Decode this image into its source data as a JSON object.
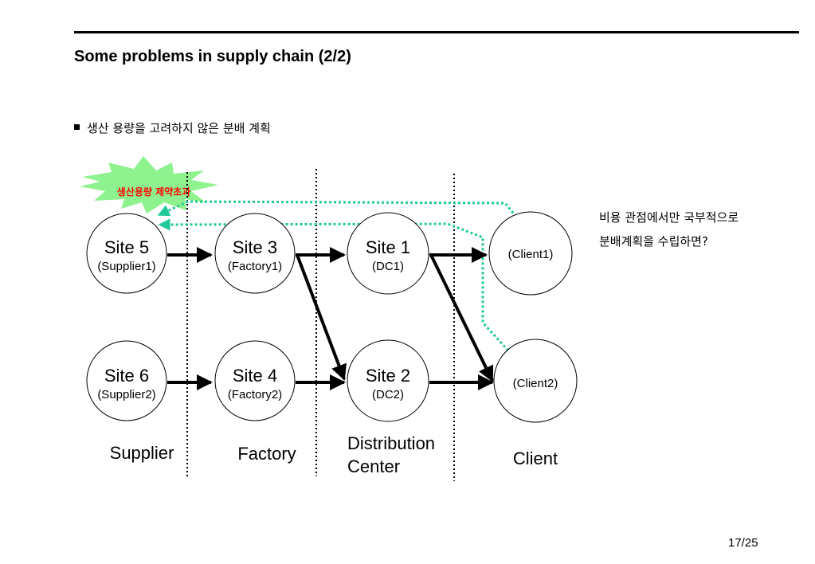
{
  "slide": {
    "title": "Some problems in supply chain (2/2)",
    "bullet": "생산 용량을 고려하지 않은 분배 계획",
    "note_lines": [
      "비용 관점에서만 국부적으로",
      "분배계획을 수립하면?"
    ],
    "page_number": "17/25"
  },
  "callout": {
    "label": "생산용량 제약초과",
    "fill_color": "#8ef28e",
    "text_color": "#ff0000"
  },
  "colors": {
    "route_dotted": "#1fc99a",
    "arrow": "#000000"
  },
  "nodes": {
    "site5": {
      "title": "Site 5",
      "sub": "(Supplier1)"
    },
    "site6": {
      "title": "Site 6",
      "sub": "(Supplier2)"
    },
    "site3": {
      "title": "Site 3",
      "sub": "(Factory1)"
    },
    "site4": {
      "title": "Site 4",
      "sub": "(Factory2)"
    },
    "site1": {
      "title": "Site 1",
      "sub": "(DC1)"
    },
    "site2": {
      "title": "Site 2",
      "sub": "(DC2)"
    },
    "client1": {
      "sub": "(Client1)"
    },
    "client2": {
      "sub": "(Client2)"
    }
  },
  "columns": {
    "supplier": "Supplier",
    "factory": "Factory",
    "distribution": [
      "Distribution",
      "Center"
    ],
    "client": "Client"
  }
}
